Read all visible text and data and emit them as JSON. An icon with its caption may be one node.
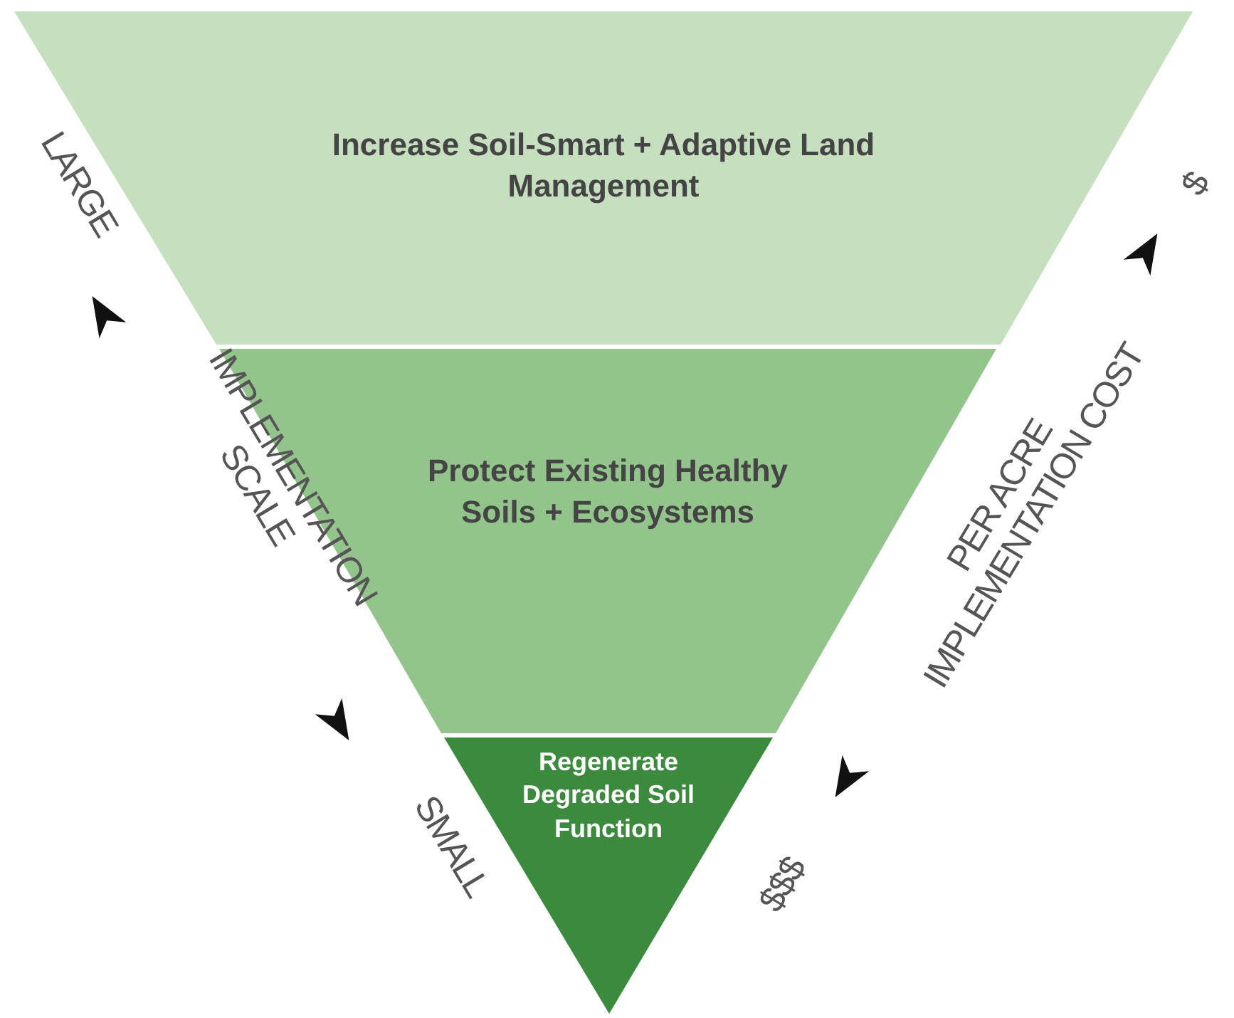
{
  "diagram": {
    "nodes": [
      {
        "text": [
          "Increase Soil-Smart + Adaptive Land Management"
        ]
      },
      {
        "text": [
          "Protect Existing Healthy Soils + Ecosystems"
        ]
      },
      {
        "text": [
          "Regenerate Degraded Soil Function"
        ]
      }
    ],
    "labels": [
      "LARGE",
      "IMPLEMENTATION SCALE",
      "SMALL",
      "$",
      "PER ACRE IMPLEMENTATION COST",
      "$$$"
    ]
  }
}
